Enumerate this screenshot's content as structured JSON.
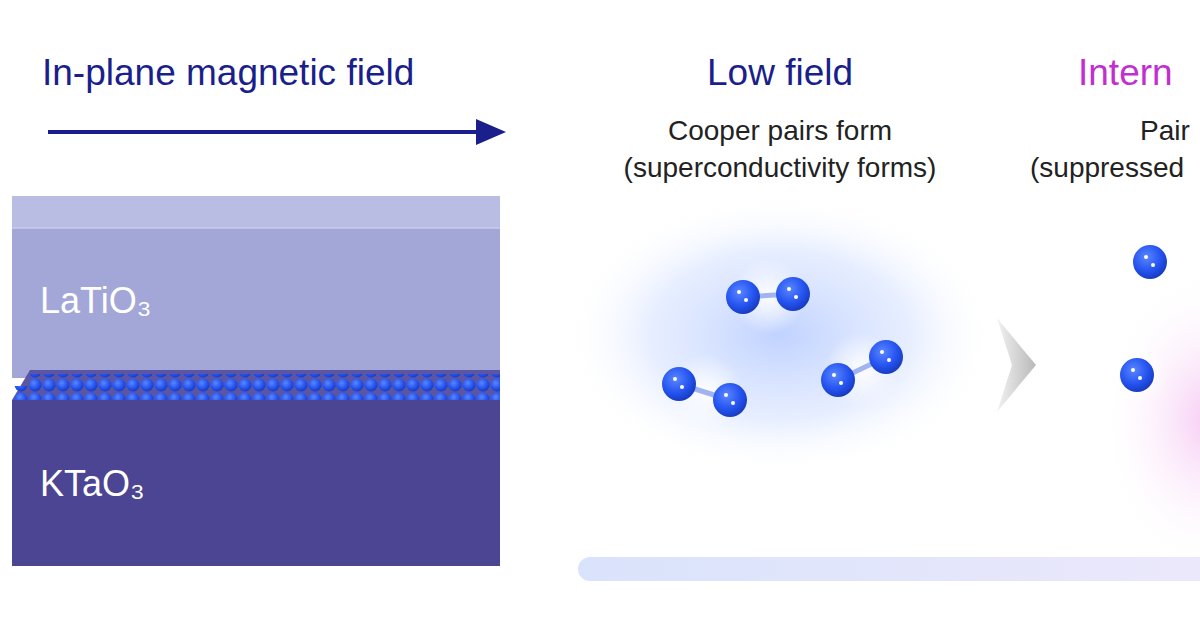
{
  "diagram": {
    "nodes": [
      {
        "text": [
          "LaTiO₃"
        ]
      },
      {
        "text": [
          "KTaO₃"
        ]
      }
    ],
    "labels": [
      "In-plane magnetic field",
      "Low field",
      "Cooper pairs form",
      "(superconductivity forms)",
      "Intern",
      "Pair",
      "(suppressed"
    ]
  }
}
